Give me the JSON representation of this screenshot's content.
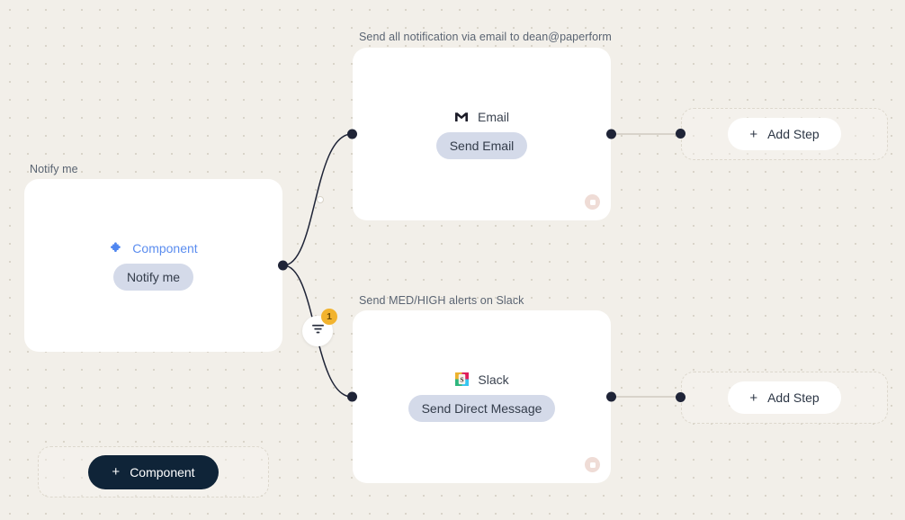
{
  "canvas": {
    "background_color": "#f2efe9",
    "dot_color": "#d9d4c9"
  },
  "nodes": [
    {
      "id": "notify-me",
      "label": "Notify me",
      "kind": "Component",
      "kind_icon": "puzzle-piece-icon",
      "kind_color": "#5b8def",
      "action": "Notify me",
      "has_status_icon": false
    },
    {
      "id": "email",
      "label": "Send all notification via email to dean@paperform",
      "kind": "Email",
      "kind_icon": "gmail-m-icon",
      "kind_color": "#3b4350",
      "action": "Send Email",
      "has_status_icon": true,
      "status_icon": "stop-square-icon"
    },
    {
      "id": "slack",
      "label": "Send MED/HIGH alerts on Slack",
      "kind": "Slack",
      "kind_icon": "slack-icon",
      "kind_color": "#3b4350",
      "action": "Send Direct Message",
      "has_status_icon": true,
      "status_icon": "stop-square-icon"
    }
  ],
  "filter_node": {
    "icon": "filter-icon",
    "count": "1",
    "badge_color": "#f2b32e"
  },
  "slots": [
    {
      "id": "add-step-email",
      "label": "Add Step",
      "icon": "plus-icon",
      "style": "light"
    },
    {
      "id": "add-step-slack",
      "label": "Add Step",
      "icon": "plus-icon",
      "style": "light"
    },
    {
      "id": "add-component",
      "label": "Component",
      "icon": "plus-icon",
      "style": "dark"
    }
  ],
  "colors": {
    "accent_blue": "#5b8def",
    "pill_bg": "#d4dae9",
    "dark_button": "#0f2438",
    "badge_orange": "#f2b32e",
    "edge": "#1f2437",
    "connector_line": "#cfcabf"
  }
}
